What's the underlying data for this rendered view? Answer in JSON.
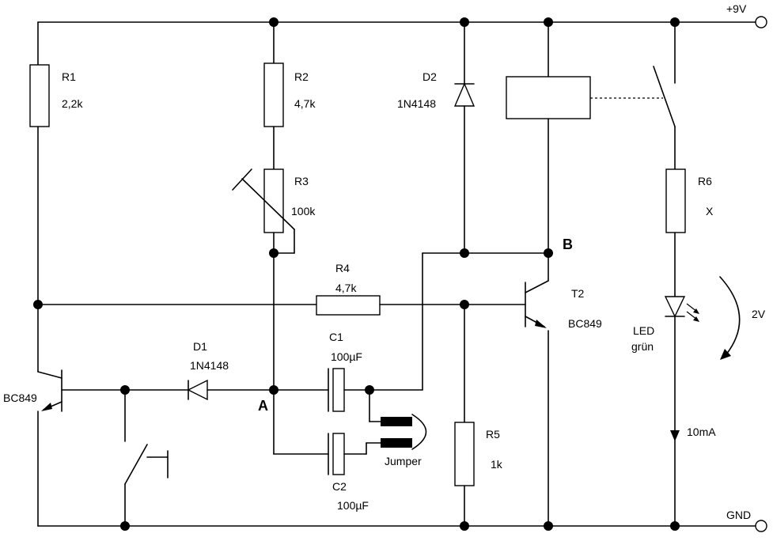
{
  "labels": {
    "vcc": "+9V",
    "gnd": "GND",
    "r1_name": "R1",
    "r1_val": "2,2k",
    "r2_name": "R2",
    "r2_val": "4,7k",
    "r3_name": "R3",
    "r3_val": "100k",
    "r4_name": "R4",
    "r4_val": "4,7k",
    "r5_name": "R5",
    "r5_val": "1k",
    "r6_name": "R6",
    "r6_val": "X",
    "d1_name": "D1",
    "d1_val": "1N4148",
    "d2_name": "D2",
    "d2_val": "1N4148",
    "c1_name": "C1",
    "c1_val": "100µF",
    "c2_name": "C2",
    "c2_val": "100µF",
    "t1_val": "BC849",
    "t2_name": "T2",
    "t2_val": "BC849",
    "node_a": "A",
    "node_b": "B",
    "jumper": "Jumper",
    "led_line1": "LED",
    "led_line2": "grün",
    "led_current": "10mA",
    "led_voltage": "2V"
  }
}
